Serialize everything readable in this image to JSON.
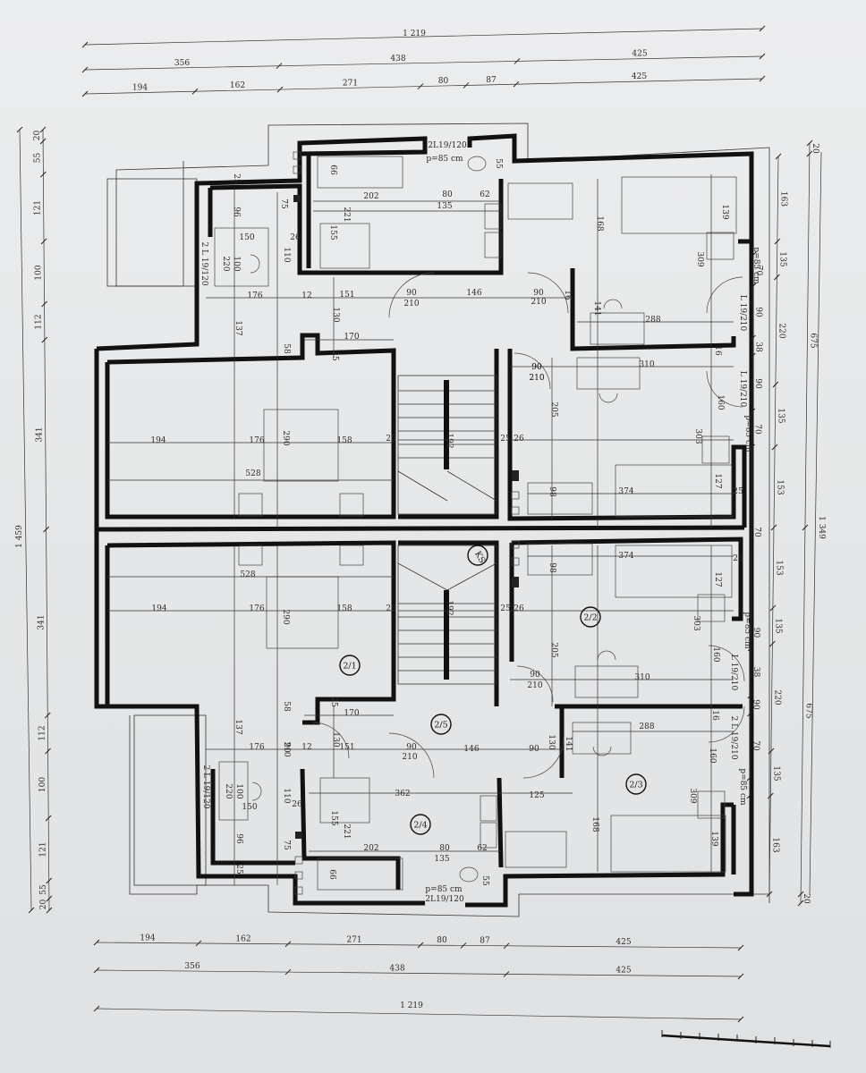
{
  "top_dimension_chains": {
    "total": "1 219",
    "row2": [
      "356",
      "438",
      "425"
    ],
    "row3": [
      "194",
      "162",
      "271",
      "80",
      "87",
      "425"
    ]
  },
  "bottom_dimension_chains": {
    "row1": [
      "194",
      "162",
      "271",
      "80",
      "87",
      "425"
    ],
    "row2": [
      "356",
      "438",
      "425"
    ],
    "total": "1 219"
  },
  "left_dimension_chain": {
    "segments": [
      "20",
      "55",
      "121",
      "100",
      "112",
      "341",
      "341",
      "112",
      "100",
      "121",
      "55",
      "20"
    ],
    "total": "1 459"
  },
  "right_dimension_chain": {
    "outer": [
      "20",
      "675",
      "675",
      "20"
    ],
    "middle": [
      "163",
      "135",
      "220",
      "135",
      "153",
      "153",
      "135",
      "220",
      "135",
      "163"
    ],
    "inner": [
      "70",
      "90",
      "38",
      "90",
      "70",
      "70",
      "90",
      "38",
      "90",
      "70"
    ],
    "total": "1 349"
  },
  "room_tags": [
    "2/1",
    "2/2",
    "2/3",
    "2/4",
    "2/5",
    "KS"
  ],
  "window_labels": {
    "w1": "2L19/120",
    "w1_sill": "p=85 cm",
    "w2": "2 L 19/120",
    "w3": "p=85 cm",
    "w4": "L 19/210",
    "w5": "L 19/210",
    "w6": "p=85 cm",
    "w7": "p=85 cm",
    "w8": "L 19/210",
    "w9": "2 L 19/210",
    "w10": "p=85 cm",
    "w11": "2 L 19/120",
    "w12": "p=85 cm",
    "w13": "2L19/120"
  },
  "interior_dimensions_top": [
    "55",
    "66",
    "202",
    "80",
    "62",
    "135",
    "25",
    "96",
    "75",
    "221",
    "155",
    "150",
    "26",
    "100",
    "220",
    "110",
    "176",
    "12",
    "151",
    "90",
    "210",
    "146",
    "90",
    "210",
    "16",
    "168",
    "139",
    "130",
    "141",
    "288",
    "90",
    "210",
    "137",
    "58",
    "170",
    "25",
    "90",
    "210",
    "310",
    "16",
    "160",
    "309",
    "205",
    "194",
    "176",
    "290",
    "158",
    "25",
    "192",
    "25",
    "26",
    "303",
    "528",
    "98",
    "374",
    "127",
    "25"
  ],
  "interior_dimensions_bottom": [
    "528",
    "98",
    "374",
    "127",
    "25",
    "194",
    "176",
    "290",
    "158",
    "25",
    "192",
    "25",
    "26",
    "205",
    "303",
    "90",
    "210",
    "310",
    "160",
    "58",
    "25",
    "170",
    "137",
    "16",
    "288",
    "176",
    "90",
    "210",
    "12",
    "130",
    "151",
    "90",
    "210",
    "146",
    "90",
    "130",
    "141",
    "160",
    "110",
    "362",
    "125",
    "309",
    "100",
    "220",
    "26",
    "155",
    "150",
    "96",
    "75",
    "221",
    "202",
    "80",
    "62",
    "168",
    "135",
    "139",
    "25",
    "66",
    "55"
  ]
}
